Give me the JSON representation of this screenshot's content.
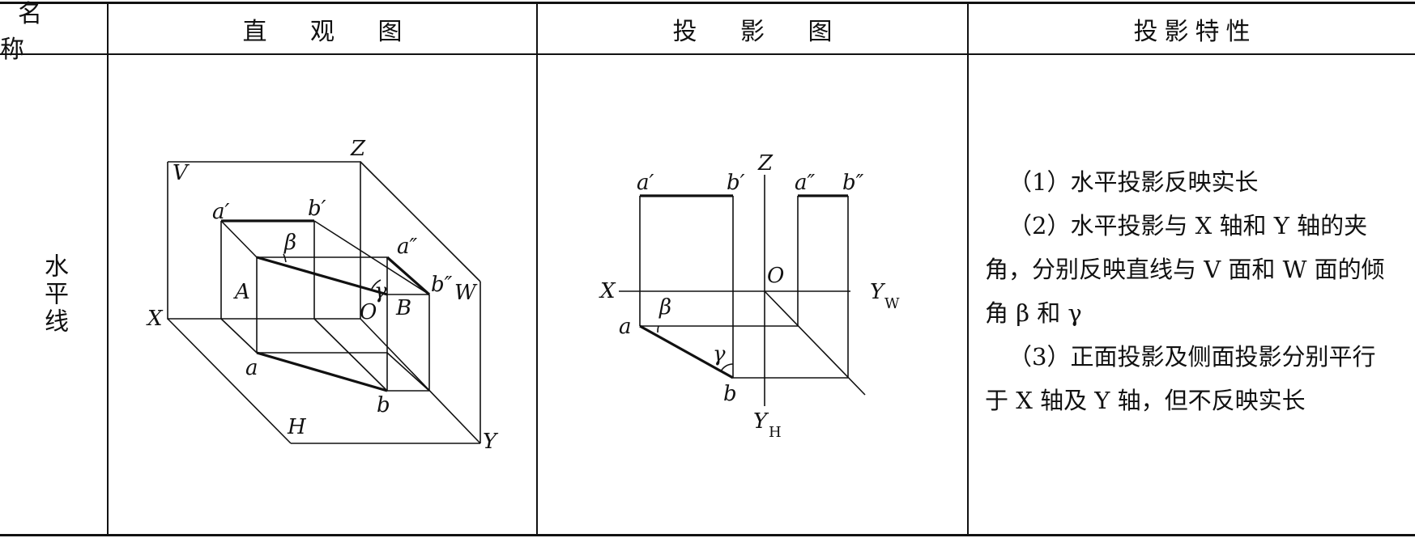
{
  "header": {
    "name": "名 称",
    "intuitive": "直 观 图",
    "projection": "投 影 图",
    "property": "投影特性"
  },
  "row": {
    "name": "水平线",
    "properties": [
      "（1）水平投影反映实长",
      "（2）水平投影与 X 轴和 Y 轴的夹角，分别反映直线与 V 面和 W 面的倾角 β 和 γ",
      "（3）正面投影及侧面投影分别平行于 X 轴及 Y 轴，但不反映实长"
    ]
  },
  "pictorial_labels": {
    "Z": "Z",
    "V": "V",
    "X": "X",
    "W": "W",
    "H": "H",
    "Y": "Y",
    "A": "A",
    "B": "B",
    "O": "O",
    "a": "a",
    "b": "b",
    "a1": "a′",
    "b1": "b′",
    "a2": "a″",
    "b2": "b″",
    "beta": "β",
    "gamma": "γ"
  },
  "projection_labels": {
    "Z": "Z",
    "X": "X",
    "O": "O",
    "Y": "Y",
    "W": "W",
    "H": "H",
    "a": "a",
    "b": "b",
    "a1": "a′",
    "b1": "b′",
    "a2": "a″",
    "b2": "b″",
    "beta": "β",
    "gamma": "γ"
  }
}
